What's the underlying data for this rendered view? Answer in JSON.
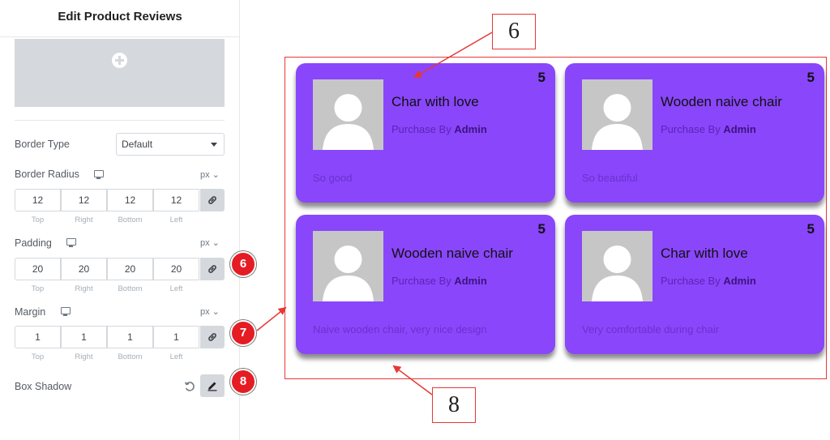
{
  "panel": {
    "title": "Edit Product Reviews",
    "border_type": {
      "label": "Border Type",
      "value": "Default"
    },
    "border_radius": {
      "label": "Border Radius",
      "unit": "px",
      "values": [
        "12",
        "12",
        "12",
        "12"
      ]
    },
    "padding": {
      "label": "Padding",
      "unit": "px",
      "values": [
        "20",
        "20",
        "20",
        "20"
      ]
    },
    "margin": {
      "label": "Margin",
      "unit": "px",
      "values": [
        "1",
        "1",
        "1",
        "1"
      ]
    },
    "dim_labels": [
      "Top",
      "Right",
      "Bottom",
      "Left"
    ],
    "box_shadow": {
      "label": "Box Shadow"
    }
  },
  "badges": [
    "6",
    "7",
    "8"
  ],
  "callouts": [
    "6",
    "8"
  ],
  "reviews": [
    {
      "rating": "5",
      "title": "Char with love",
      "purchased_prefix": "Purchase By",
      "purchased_by": "Admin",
      "text": "So good"
    },
    {
      "rating": "5",
      "title": "Wooden naive chair",
      "purchased_prefix": "Purchase By",
      "purchased_by": "Admin",
      "text": "So beautiful"
    },
    {
      "rating": "5",
      "title": "Wooden naive chair",
      "purchased_prefix": "Purchase By",
      "purchased_by": "Admin",
      "text": "Naive wooden chair, very nice design"
    },
    {
      "rating": "5",
      "title": "Char with love",
      "purchased_prefix": "Purchase By",
      "purchased_by": "Admin",
      "text": "Very comfortable during chair"
    }
  ],
  "colors": {
    "card": "#8a46fb",
    "annotation": "#e53935",
    "badge": "#e51c23"
  }
}
